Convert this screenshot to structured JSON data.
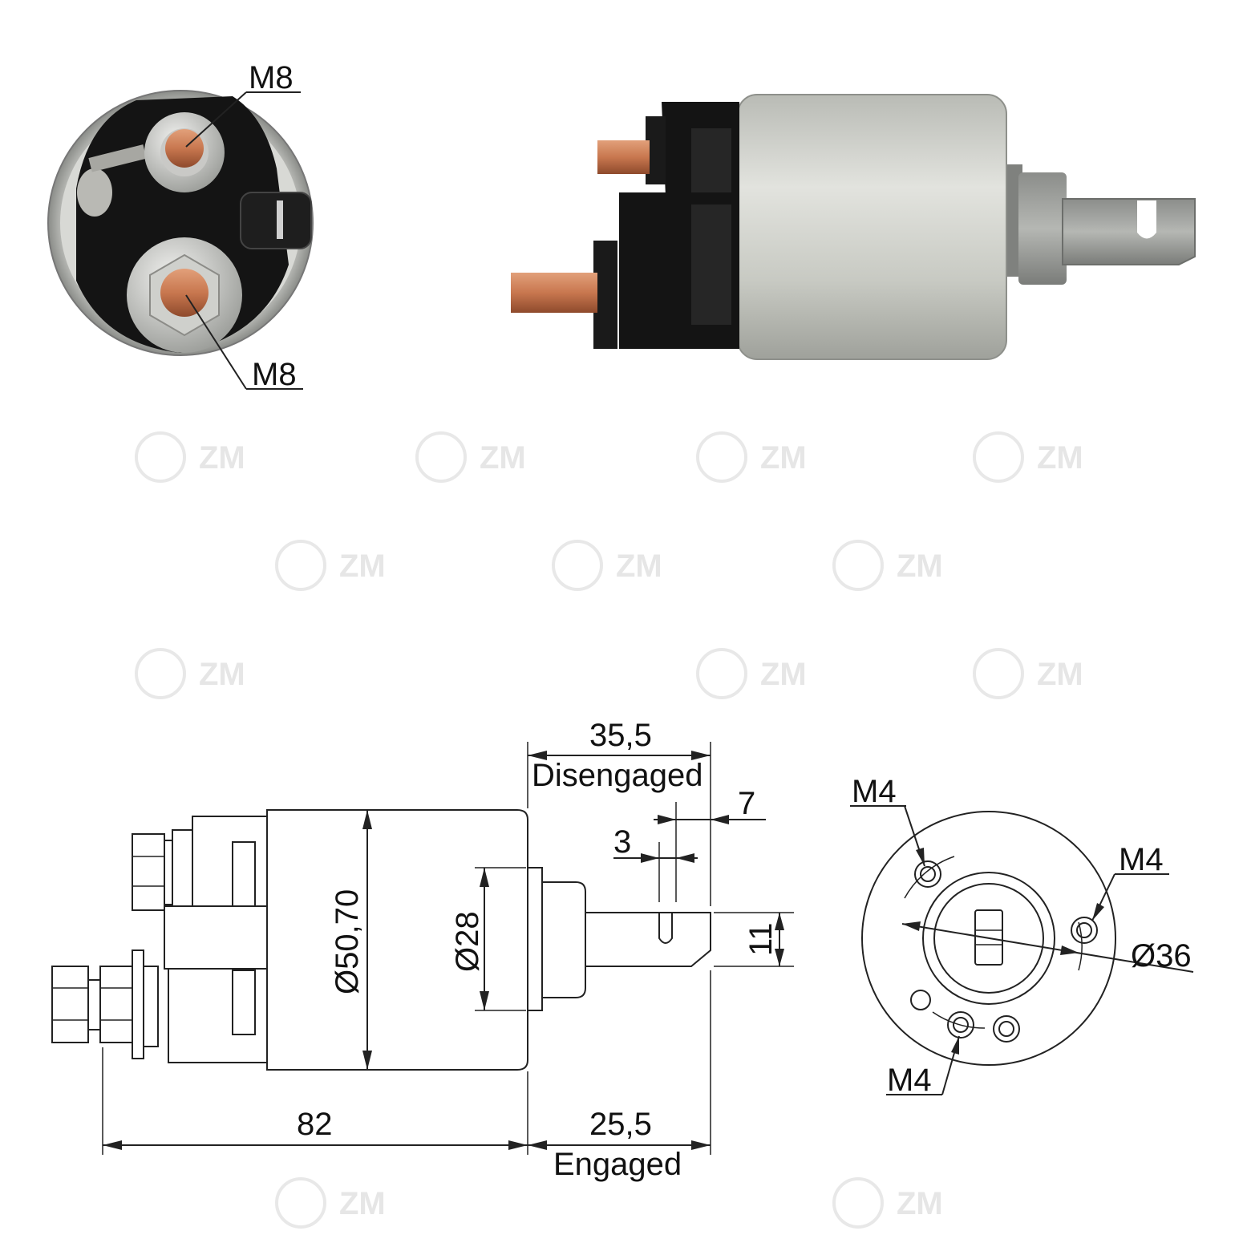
{
  "watermark": {
    "text": "ZM"
  },
  "photo_end_view": {
    "label_top": "M8",
    "label_bottom": "M8"
  },
  "drawing_side_view": {
    "disengaged_value": "35,5",
    "disengaged_label": "Disengaged",
    "dim_7": "7",
    "dim_3": "3",
    "dim_diameter_body": "Ø50,70",
    "dim_diameter_nose": "Ø28",
    "dim_11": "11",
    "dim_length": "82",
    "engaged_value": "25,5",
    "engaged_label": "Engaged"
  },
  "drawing_end_view": {
    "label_top_left": "M4",
    "label_right": "M4",
    "label_bottom": "M4",
    "dim_bolt_circle": "Ø36"
  },
  "colors": {
    "copper": "#c8774f",
    "black_cap": "#141414",
    "body_silver": "#c9cbc5",
    "line": "#222222"
  }
}
